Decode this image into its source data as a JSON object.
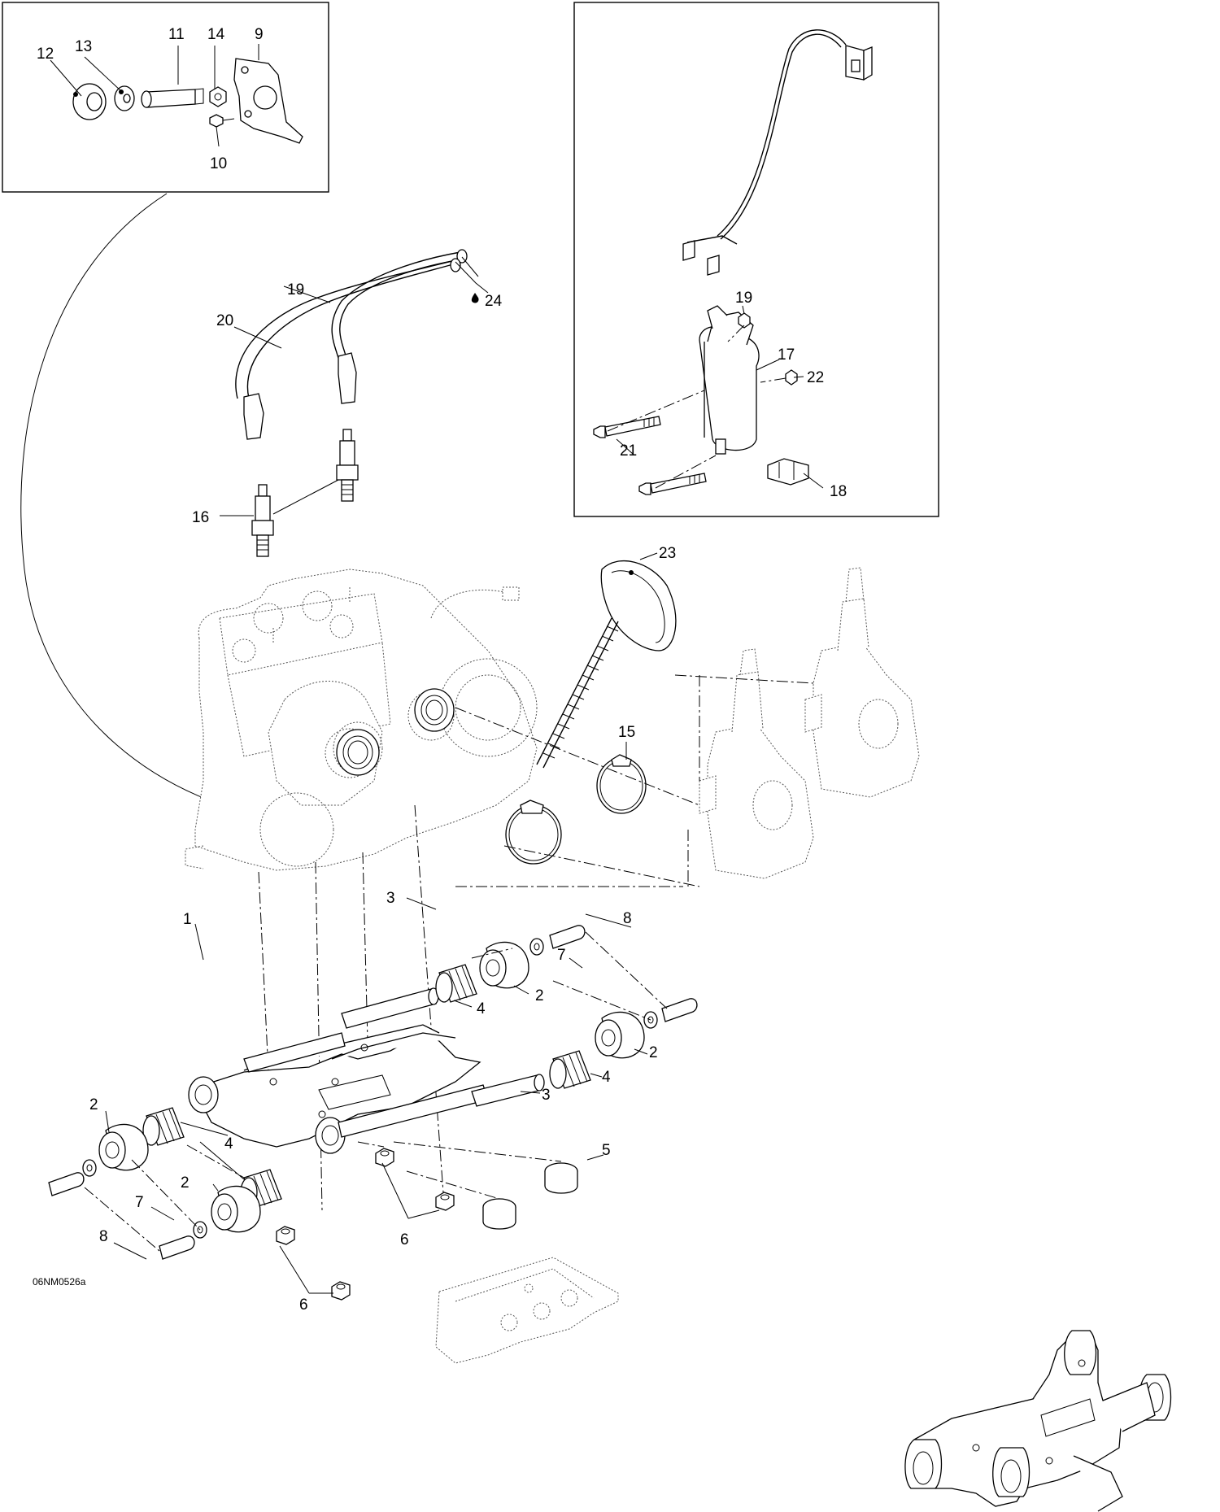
{
  "diagram": {
    "drawing_code": "06NM0526a",
    "callouts": [
      {
        "id": "c12",
        "text": "12"
      },
      {
        "id": "c13",
        "text": "13"
      },
      {
        "id": "c11",
        "text": "11"
      },
      {
        "id": "c14",
        "text": "14"
      },
      {
        "id": "c9",
        "text": "9"
      },
      {
        "id": "c10",
        "text": "10"
      },
      {
        "id": "c19a",
        "text": "19"
      },
      {
        "id": "c20",
        "text": "20"
      },
      {
        "id": "c24",
        "text": "24"
      },
      {
        "id": "c16",
        "text": "16"
      },
      {
        "id": "c19b",
        "text": "19"
      },
      {
        "id": "c17",
        "text": "17"
      },
      {
        "id": "c22",
        "text": "22"
      },
      {
        "id": "c21",
        "text": "21"
      },
      {
        "id": "c18",
        "text": "18"
      },
      {
        "id": "c23",
        "text": "23"
      },
      {
        "id": "c15",
        "text": "15"
      },
      {
        "id": "c8a",
        "text": "8"
      },
      {
        "id": "c3a",
        "text": "3"
      },
      {
        "id": "c2a",
        "text": "2"
      },
      {
        "id": "c7a",
        "text": "7"
      },
      {
        "id": "c4a",
        "text": "4"
      },
      {
        "id": "c2b",
        "text": "2"
      },
      {
        "id": "c4b",
        "text": "4"
      },
      {
        "id": "c1",
        "text": "1"
      },
      {
        "id": "c3b",
        "text": "3"
      },
      {
        "id": "c2c",
        "text": "2"
      },
      {
        "id": "c5",
        "text": "5"
      },
      {
        "id": "c4c",
        "text": "4"
      },
      {
        "id": "c2d",
        "text": "2"
      },
      {
        "id": "c7b",
        "text": "7"
      },
      {
        "id": "c8b",
        "text": "8"
      },
      {
        "id": "c6a",
        "text": "6"
      },
      {
        "id": "c6b",
        "text": "6"
      }
    ]
  }
}
